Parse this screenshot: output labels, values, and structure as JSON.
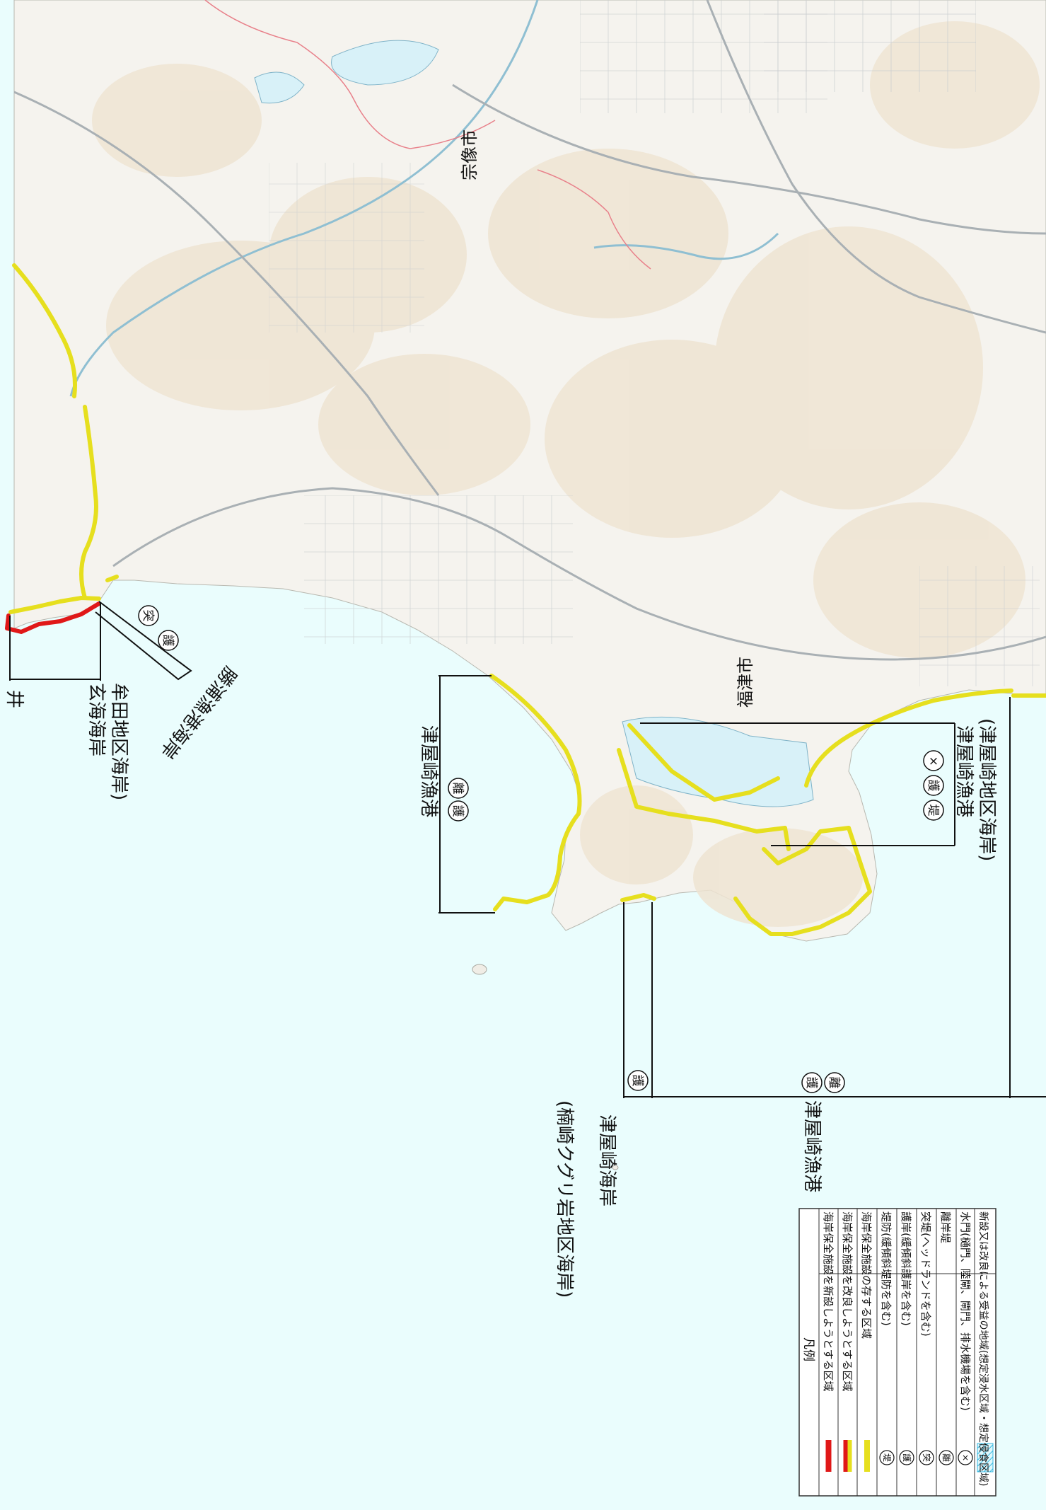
{
  "places": {
    "munakata_city": "宗像市",
    "fukutsu_city": "福津市"
  },
  "labels": {
    "tsuyazaki_port_top": "津屋崎漁港",
    "tsuyazaki_port_bottom": "津屋崎漁港",
    "tsuyazaki_port_right": "津屋崎漁港",
    "tsuyazaki_district_coast": "(津屋崎地区海岸)",
    "katsuura_port_coast": "勝浦漁港海岸",
    "genkai_coast": "玄海海岸",
    "kamutada_district_coast": "牟田地区海岸)",
    "kamutada_prefix": "井",
    "kusuzaki_coast_line1": "(楠崎クグリ岩地区海岸)",
    "kusuzaki_coast_line2": "津屋崎海岸"
  },
  "facility_symbols": {
    "tei": "堤",
    "go": "護",
    "totsu": "突",
    "ri": "離",
    "batsu": "×"
  },
  "legend": {
    "title": "凡例",
    "items": [
      {
        "symbol": "red-line",
        "label": "海岸保全施設を新設しようとする区域"
      },
      {
        "symbol": "red-yellow-line",
        "label": "海岸保全施設を改良しようとする区域"
      },
      {
        "symbol": "yellow-line",
        "label": "海岸保全施設の存する区域"
      },
      {
        "symbol": "堤",
        "label": "堤防(緩傾斜堤防を含む)"
      },
      {
        "symbol": "護",
        "label": "護岸(緩傾斜護岸を含む)"
      },
      {
        "symbol": "突",
        "label": "突堤(ヘッドランドを含む)"
      },
      {
        "symbol": "離",
        "label": "離岸堤"
      },
      {
        "symbol": "×",
        "label": "水門(樋門、陸閘、閘門、排水機場を含む)"
      },
      {
        "symbol": "hatch",
        "label": "新設又は改良による受益の地域(想定浸水区域・想定侵食区域)"
      }
    ]
  },
  "colors": {
    "sea": "#eafdfd",
    "land": "#f5f3ee",
    "hill": "#efe4d2",
    "coast_existing": "#e6df1e",
    "coast_new": "#e01818",
    "road": "#9aa3a8",
    "boundary": "#e8808a"
  }
}
